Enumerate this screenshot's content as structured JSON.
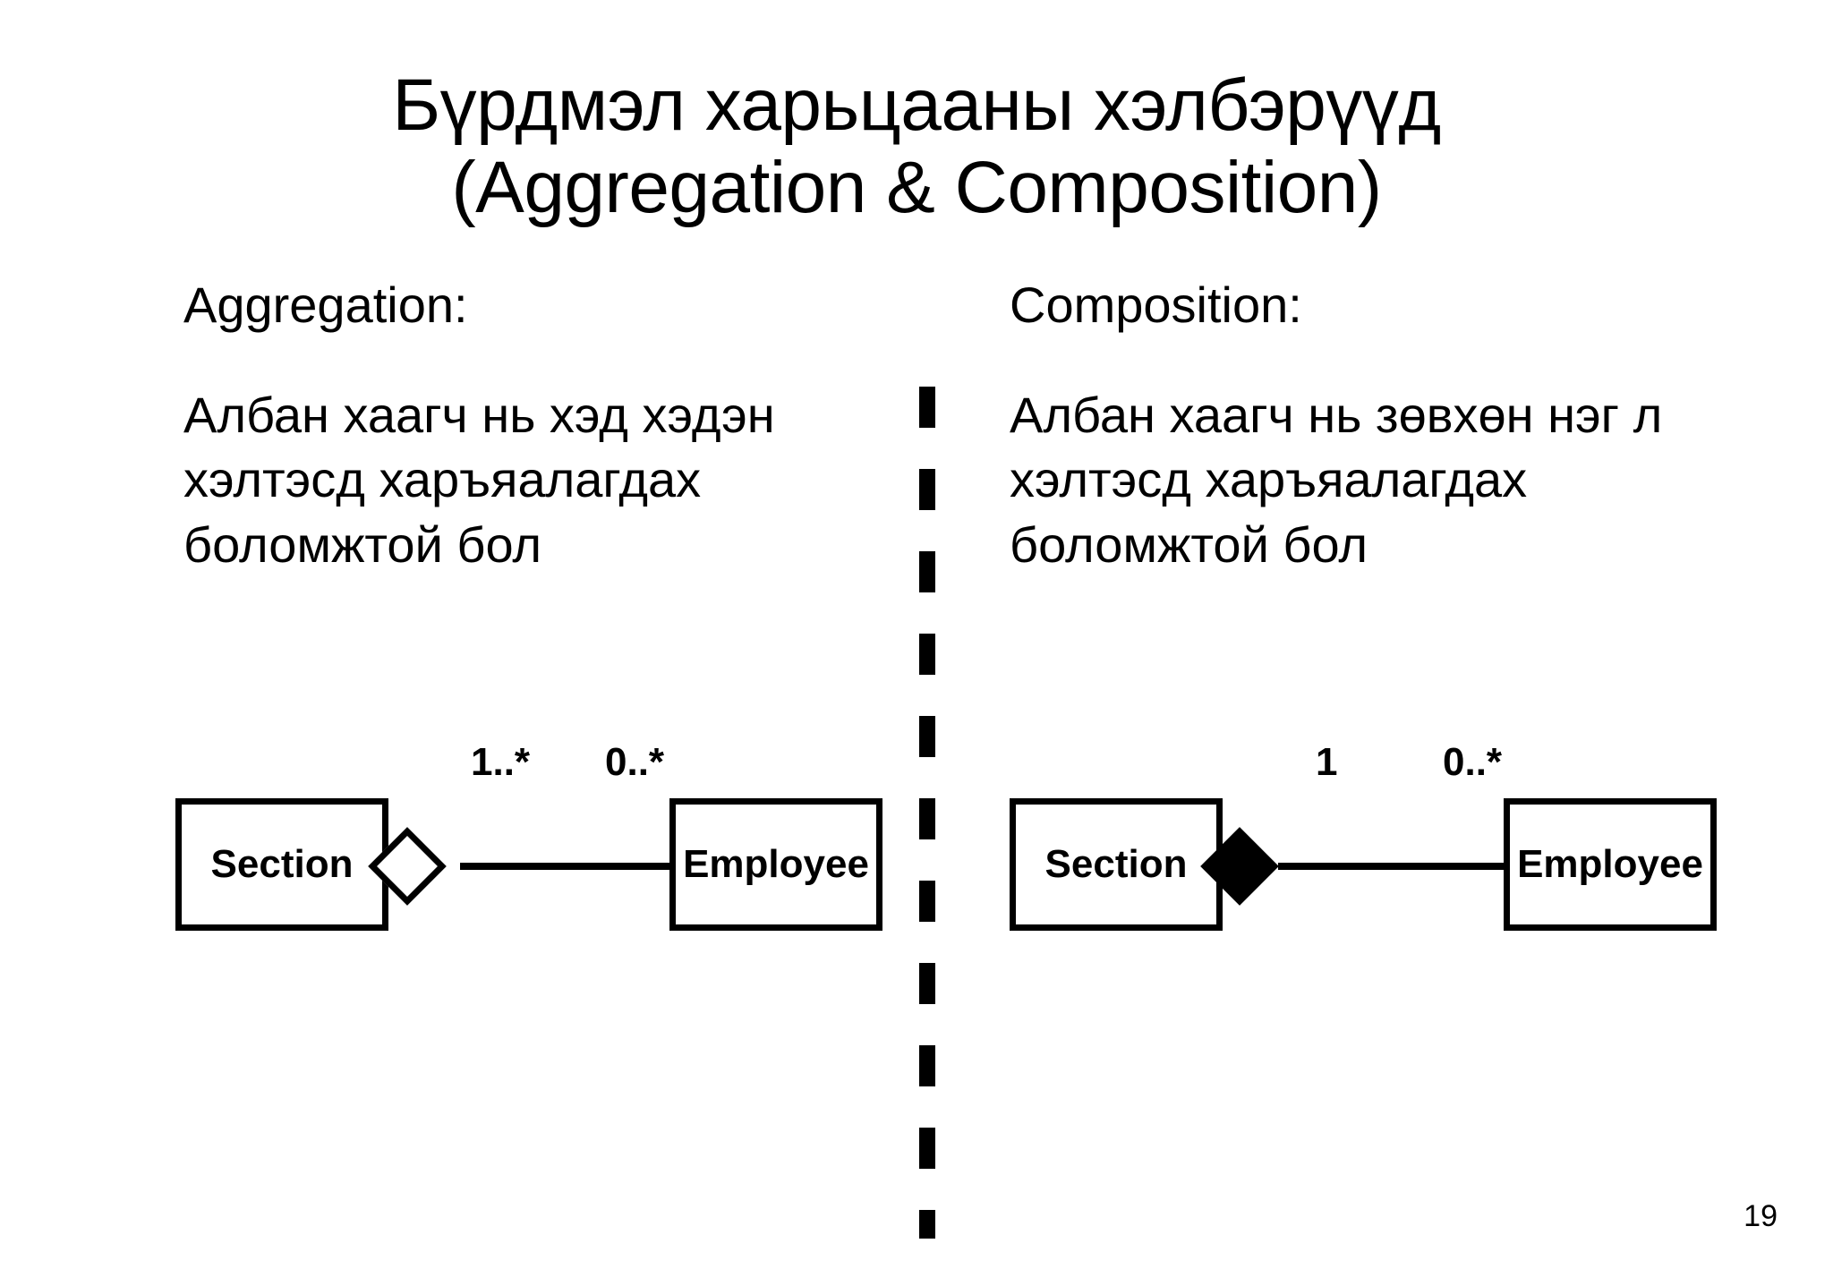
{
  "slide": {
    "title_lines": [
      "Бүрдмэл харьцааны хэлбэрүүд",
      "(Aggregation & Composition)"
    ],
    "page_number": "19",
    "background_color": "#ffffff",
    "text_color": "#000000"
  },
  "columns": {
    "aggregation": {
      "heading": "Aggregation:",
      "body_lines": [
        "Албан хаагч нь хэд хэдэн",
        "хэлтэсд харъяалагдах",
        "боломжтой бол"
      ],
      "diagram": {
        "kind": "aggregation",
        "diamond_style": "hollow",
        "source_class": "Section",
        "target_class": "Employee",
        "multiplicity_near": "1..*",
        "multiplicity_far": "0..*"
      }
    },
    "composition": {
      "heading": "Composition:",
      "body_lines": [
        "Албан хаагч нь зөвхөн нэг л",
        "хэлтэсд харъяалагдах",
        "боломжтой бол"
      ],
      "diagram": {
        "kind": "composition",
        "diamond_style": "filled",
        "source_class": "Section",
        "target_class": "Employee",
        "multiplicity_near": "1",
        "multiplicity_far": "0..*"
      }
    }
  },
  "divider": {
    "orientation": "vertical",
    "style": "dashed",
    "color": "#000000"
  }
}
